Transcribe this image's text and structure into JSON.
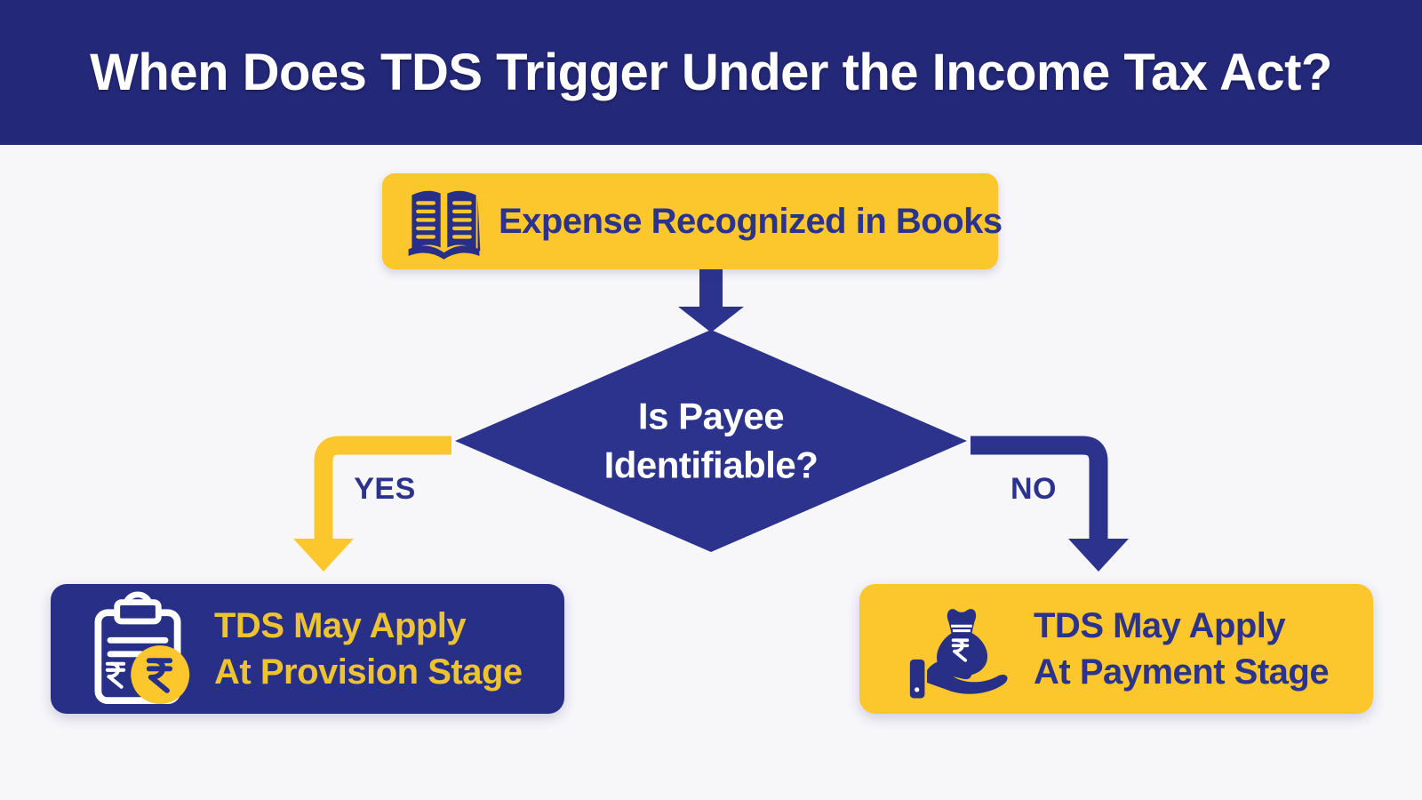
{
  "header": {
    "title": "When Does TDS Trigger Under the Income Tax Act?"
  },
  "flowchart": {
    "start": {
      "label": "Expense Recognized in Books",
      "icon": "open-book-icon"
    },
    "decision": {
      "line1": "Is Payee",
      "line2": "Identifiable?"
    },
    "branches": {
      "yes": "YES",
      "no": "NO"
    },
    "outcomes": {
      "provision": {
        "line1": "TDS May Apply",
        "line2": "At Provision Stage",
        "icon": "clipboard-rupee-icon"
      },
      "payment": {
        "line1": "TDS May Apply",
        "line2": "At Payment Stage",
        "icon": "moneybag-hand-icon"
      }
    }
  },
  "theme": {
    "navy_header": "#242878",
    "royal": "#2b338c",
    "yellow": "#fbc72d",
    "bg": "#f7f6f9",
    "box_navy": "#272f87",
    "text_yellow": "#eec332",
    "white": "#ffffff"
  }
}
